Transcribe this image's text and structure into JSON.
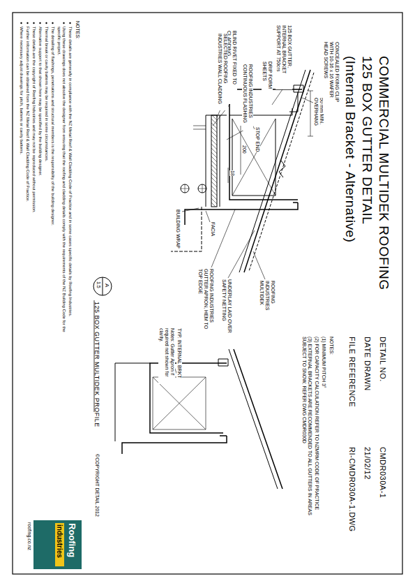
{
  "diagram": {
    "title": "COMMERCIAL MULTIDEK ROOFING",
    "nodes": [
      {
        "text": [
          "Roofing",
          "industries",
          "roofing.co.nz"
        ]
      }
    ],
    "labels": [
      "125 BOX GUTTER DETAIL",
      "(Internal Bracket - Alternative)",
      "DETAIL NO.",
      "CMDR030A-1",
      "DATE DRAWN",
      "21/02/12",
      "FILE REFERENCE",
      "RI-CMDR030A-1.DWG",
      "NOTES:",
      "(1) MINIMUM PITCH 3°",
      "(2) FOR CAPACITY CALCULATION REFER TO NZMRM CODE OF PRACTICE",
      "(3) EXTERNAL BRACKETS ARE RECOMMENDED TO ALL GUTTERS IN AREAS SUBJECT TO SNOW, REFER DWG CMDR030D",
      "ROOFING INDUSTRIES MULTIDEK",
      "UNDERLAY LAID OVER SAFETY NETTING",
      "ROOFING INDUSTRIES GUTTER APRON, HEM TO TOP EDGE",
      "FACIA",
      "BUILDING WRAP",
      "50 mm MIN. OVERHANG",
      "200",
      "CONCEALED FIXING CLIP WITH 10-16 x 16 WAFER HEAD SCREWS",
      "125 BOX GUTTER, INTERNAL BRACKET SUPPORT AT 750crs",
      "DRIP FORM SHEETS",
      "STOP END",
      "18",
      "ROOFING INDUSTRIES CONTINUOUS FLASHING",
      "BLIND RIVET FIXED TO CLADDING",
      "SELECTED ROOFING INDUSTRIES WALL CLADDING",
      "A",
      "1.5",
      "125 BOX GUTTER MULTIDEK PROFILE",
      "TYP. INTERNAL BRKT",
      "Notes: Gutter Apron if required not shown for clarity.",
      "©COPYRIGHT DETAIL 2012",
      "NOTES:",
      "These details are generally in compliance with the NZ Metal Roof & Wall Cladding Code of Practice and in some cases specific details by Roofing Industries.",
      "Using these drawings does not absolve the designer from ensuring that the roofing and cladding details comply with the requirements of the NZ Building Code for the specific project.",
      "The detailing of flashings, penetrations and structural members is the responsibility of the building designer.",
      "Thermal break or cavity battens may be required in some circumstances.",
      "Alternative support to that shown here may be specified by the building designer.",
      "These details are the copyright of Roofing Industries and may not be reproduced without permission.",
      "Further information can be obtained from the NZ Metal Roof & Wall Cladding Code of Practice.",
      "Where necessary adjust drawings for pitch, battens or cavity battens."
    ]
  }
}
